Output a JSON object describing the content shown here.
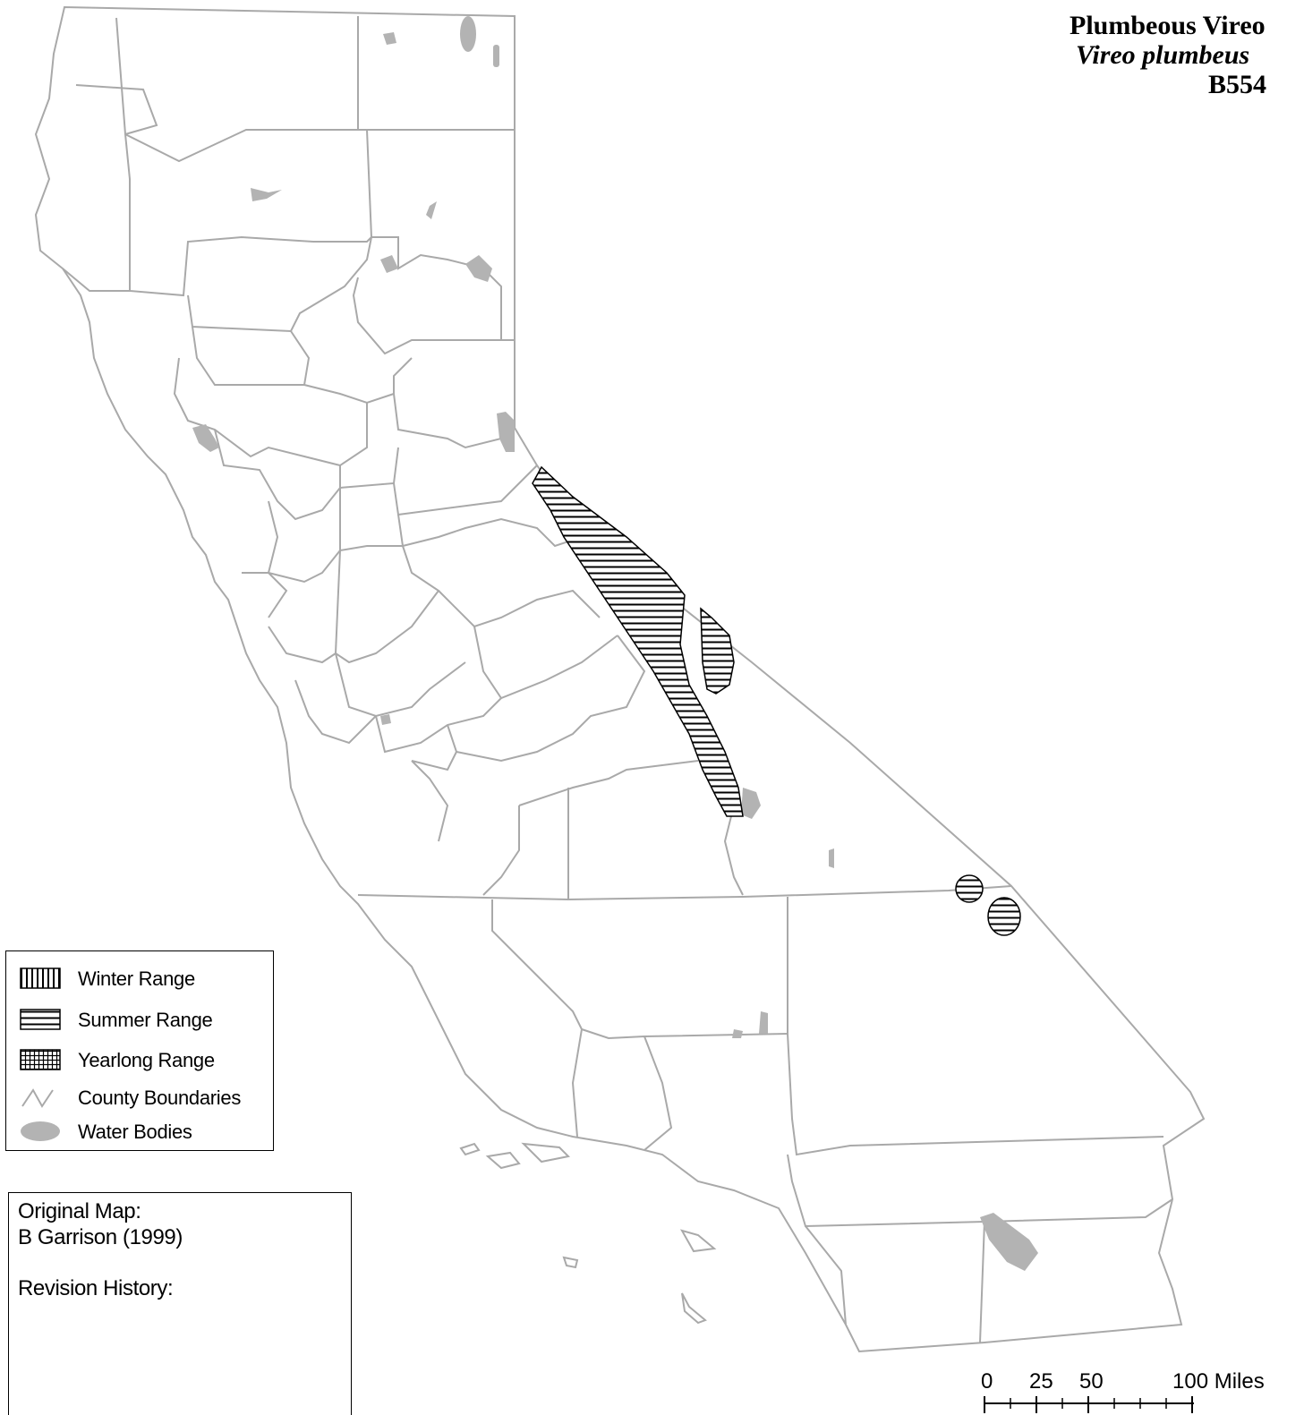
{
  "title": {
    "common_name": "Plumbeous Vireo",
    "scientific_name": "Vireo plumbeus",
    "code": "B554"
  },
  "legend": {
    "items": [
      {
        "label": "Winter Range",
        "pattern": "vertical-hatch"
      },
      {
        "label": "Summer Range",
        "pattern": "horizontal-hatch"
      },
      {
        "label": "Yearlong Range",
        "pattern": "cross-hatch"
      },
      {
        "label": "County Boundaries",
        "pattern": "line"
      },
      {
        "label": "Water Bodies",
        "pattern": "fill"
      }
    ]
  },
  "info": {
    "original_map_label": "Original Map:",
    "original_map_author": "B Garrison (1999)",
    "revision_history_label": "Revision History:"
  },
  "scale_bar": {
    "labels": [
      "0",
      "25",
      "50",
      "100 Miles"
    ]
  },
  "colors": {
    "county_boundary": "#a9a9a9",
    "water_body": "#b3b3b3",
    "hatch": "#000000",
    "background": "#ffffff"
  }
}
